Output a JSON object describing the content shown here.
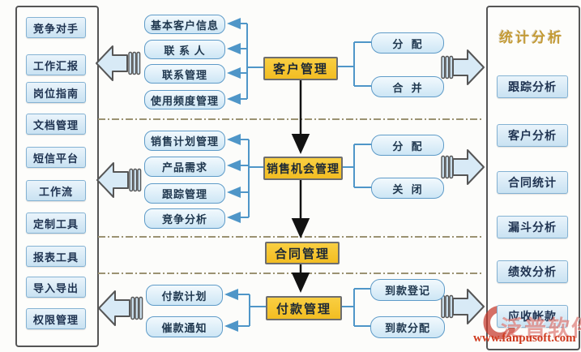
{
  "left_panel": {
    "items": [
      "竞争对手",
      "工作汇报",
      "岗位指南",
      "文档管理",
      "短信平台",
      "工作流",
      "定制工具",
      "报表工具",
      "导入导出",
      "权限管理"
    ]
  },
  "right_panel": {
    "title": "统计分析",
    "items": [
      "跟踪分析",
      "客户分析",
      "合同统计",
      "漏斗分析",
      "绩效分析",
      "应收帐款"
    ]
  },
  "flow": {
    "stages": [
      {
        "label": "客户管理"
      },
      {
        "label": "销售机会管理"
      },
      {
        "label": "合同管理"
      },
      {
        "label": "付款管理"
      }
    ]
  },
  "features": {
    "customer": [
      "基本客户信息",
      "联 系 人",
      "联系管理",
      "使用频度管理"
    ],
    "opportunity": [
      "销售计划管理",
      "产品需求",
      "跟踪管理",
      "竞争分析"
    ],
    "payment": [
      "付款计划",
      "催款通知"
    ]
  },
  "actions": {
    "customer": [
      "分  配",
      "合  并"
    ],
    "opportunity": [
      "分  配",
      "关  闭"
    ],
    "payment": [
      "到款登记",
      "到款分配"
    ]
  },
  "watermark": {
    "brand": "泛普软件",
    "url": "www.fanpusoft.com"
  },
  "colors": {
    "stage_box": "#f5c32c",
    "feature_fill": "#cde6f5",
    "feature_border": "#5e9bc8",
    "connector_blue": "#4f96c8",
    "flow_arrow_black": "#121212",
    "divider_dash": "#9b9272",
    "right_title_gold": "#c39a35",
    "watermark_red": "#cf3a1e"
  }
}
